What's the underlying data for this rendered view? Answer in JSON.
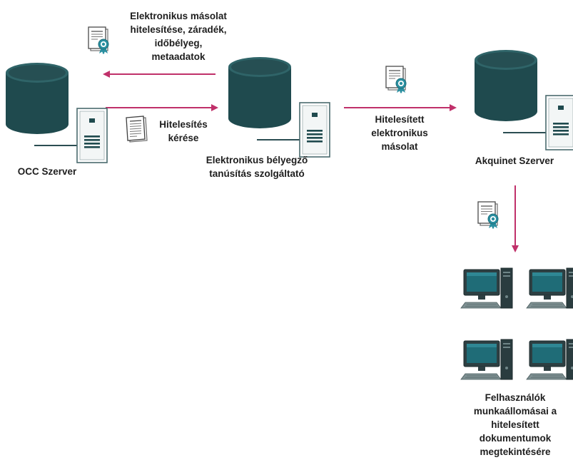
{
  "colors": {
    "arrow": "#c0306a",
    "server_dark": "#1f4a4e",
    "server_top": "#2f6468",
    "monitor_screen": "#1f6c77",
    "cert_ribbon": "#2a8fa0"
  },
  "nodes": {
    "occ": {
      "label": "OCC Szerver"
    },
    "seal_provider": {
      "label": "Elektronikus bélyegző\ntanúsítás szolgáltató"
    },
    "akquinet": {
      "label": "Akquinet Szerver"
    },
    "workstations": {
      "label": "Felhasználók\nmunkaállomásai a\nhitelesített\ndokumentumok\nmegtekintésére"
    }
  },
  "edges": {
    "authentication_return": {
      "label": "Elektronikus másolat\nhitelesítése, záradék,\nidőbélyeg,\nmetaadatok",
      "icon": "certificate-icon"
    },
    "authentication_request": {
      "label": "Hitelesítés\nkérése",
      "icon": "document-icon"
    },
    "certified_copy": {
      "label": "Hitelesített\nelektronikus\nmásolat",
      "icon": "certificate-icon"
    },
    "to_workstations": {
      "label": "",
      "icon": "certificate-icon"
    }
  }
}
